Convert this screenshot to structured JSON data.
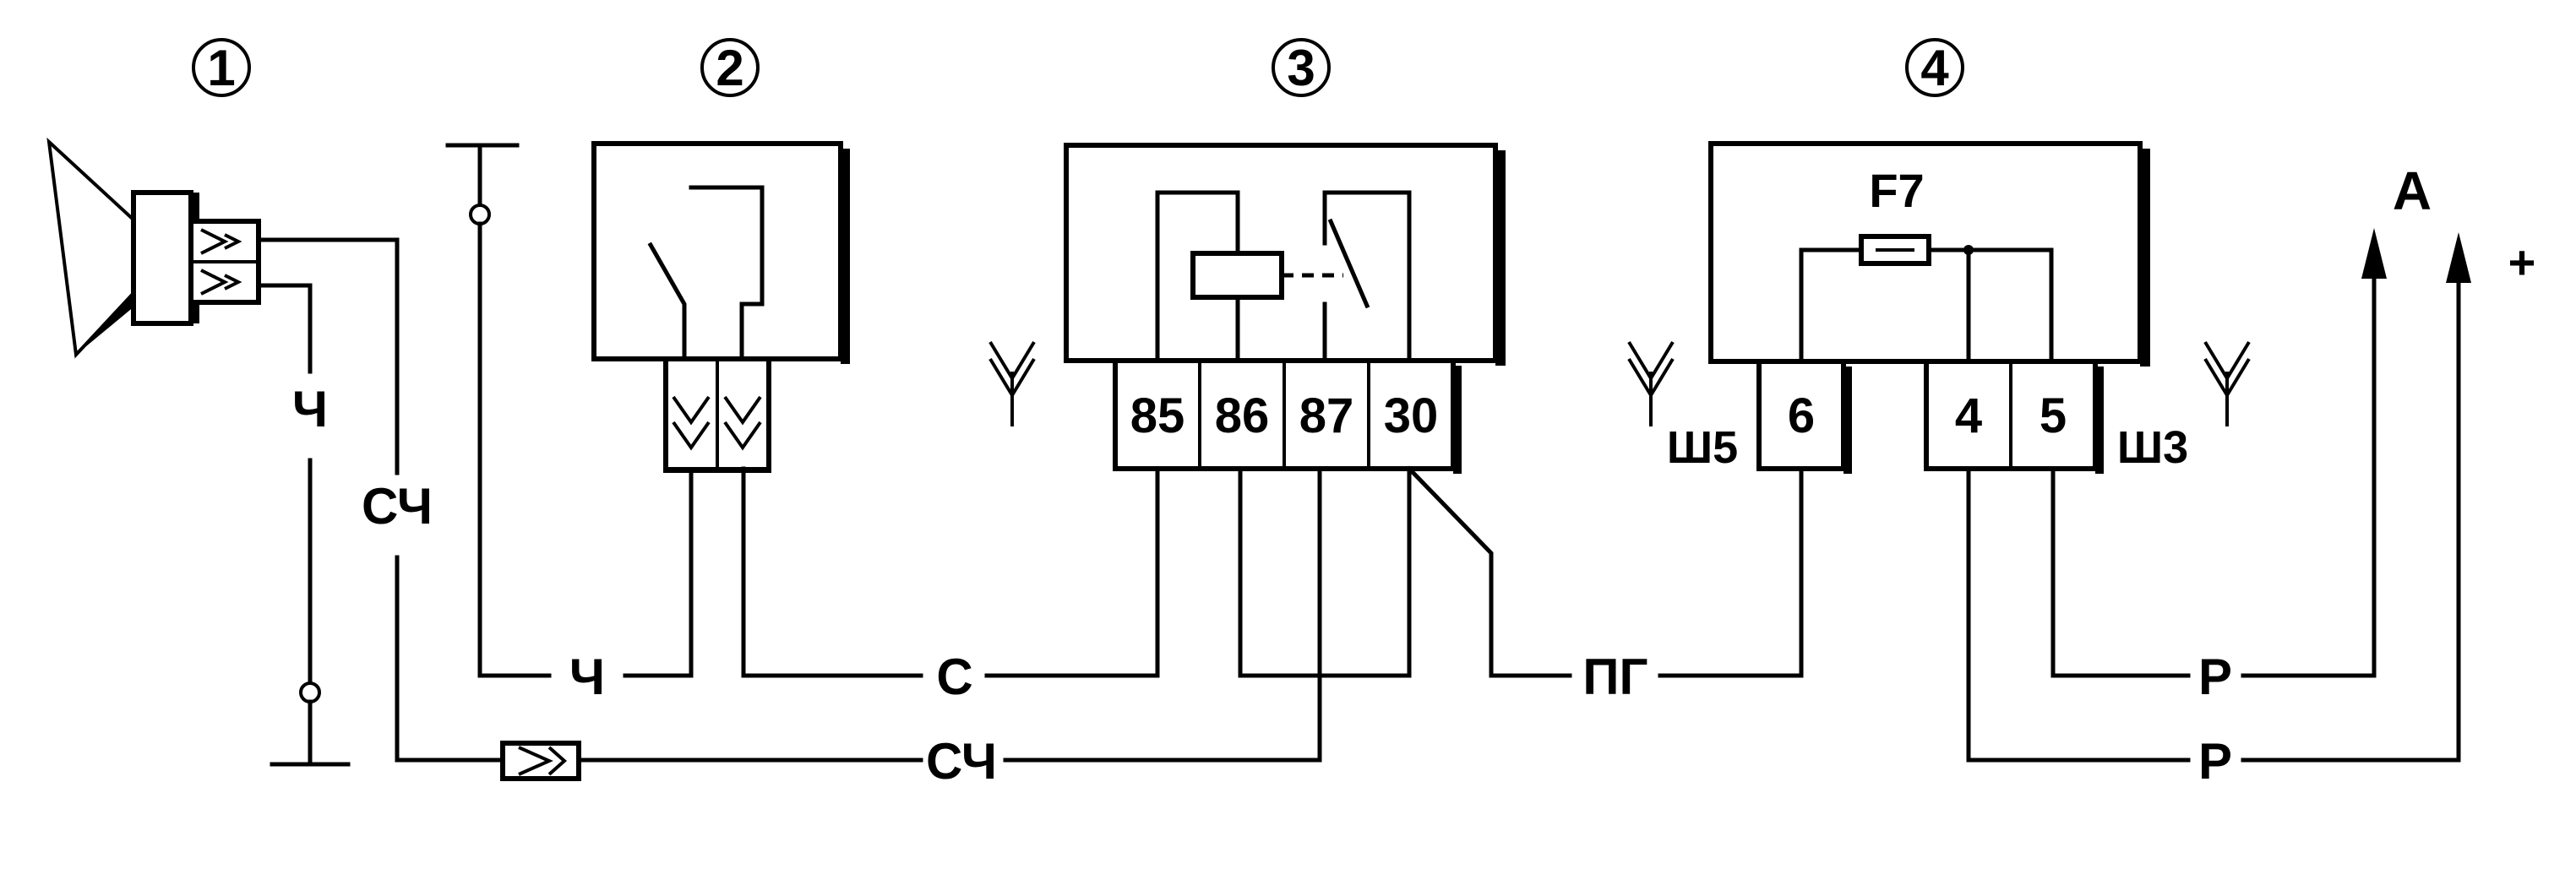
{
  "components": {
    "c1": {
      "number": "1"
    },
    "c2": {
      "number": "2"
    },
    "c3": {
      "number": "3",
      "pins": [
        "85",
        "86",
        "87",
        "30"
      ]
    },
    "c4": {
      "number": "4",
      "fuse": "F7",
      "pins": [
        "6",
        "4",
        "5"
      ],
      "connector_left": "Ш5",
      "connector_right": "Ш3"
    }
  },
  "wire_labels": {
    "horn_ground": "Ч",
    "horn_feed": "СЧ",
    "switch_ground": "Ч",
    "switch_to_relay": "С",
    "relay_to_horn": "СЧ",
    "relay_feed": "ПГ",
    "fuse_out_a": "Р",
    "fuse_out_b": "Р"
  },
  "terminals": {
    "a": "A",
    "plus": "+"
  }
}
